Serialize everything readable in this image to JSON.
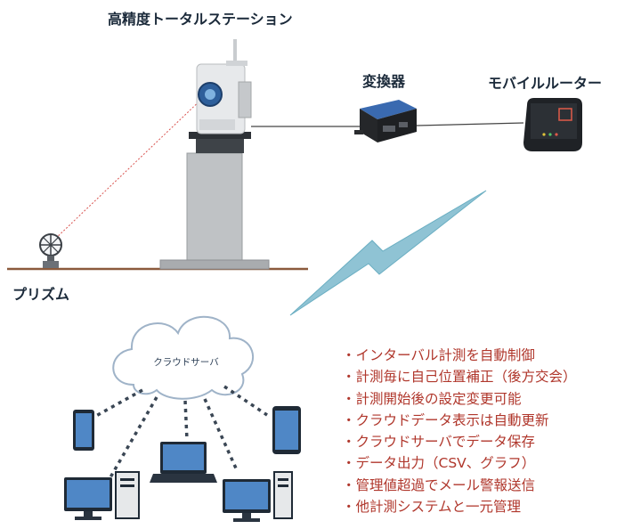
{
  "labels": {
    "total_station": "高精度トータルステーション",
    "converter": "変換器",
    "mobile_router": "モバイルルーター",
    "prism": "プリズム",
    "cloud_server": "クラウドサーバ"
  },
  "features": [
    "・インターバル計測を自動制御",
    "・計測毎に自己位置補正（後方交会）",
    "・計測開始後の設定変更可能",
    "・クラウドデータ表示は自動更新",
    "・クラウドサーバでデータ保存",
    "・データ出力（CSV、グラフ）",
    "・管理値超過でメール警報送信",
    "・他計測システムと一元管理"
  ],
  "colors": {
    "label_text": "#1b2a3a",
    "feature_text": "#b0372c",
    "device_blue": "#2d5a8e",
    "wireless_bolt": "#8fc3d4",
    "laser_line": "#d9534f",
    "ground_line": "#8b5a3c"
  }
}
